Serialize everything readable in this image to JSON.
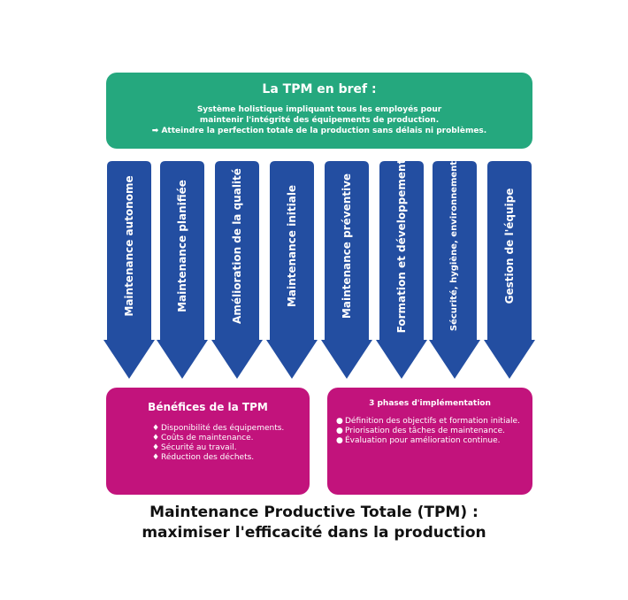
{
  "header": {
    "title": "La TPM en bref :",
    "line1": "Système holistique impliquant tous les employés pour",
    "line2": "maintenir l'intégrité des équipements de production.",
    "line3": "➡ Atteindre la perfection totale de la production sans délais ni problèmes."
  },
  "pillars": [
    "Maintenance autonome",
    "Maintenance planifiée",
    "Amélioration de la qualité",
    "Maintenance initiale",
    "Maintenance préventive",
    "Formation et développement",
    "Sécurité, hygiène, environnement",
    "Gestion de l'équipe"
  ],
  "benefits": {
    "title": "Bénéfices de la TPM",
    "items": [
      "Disponibilité des équipements.",
      "Coûts de maintenance.",
      "Sécurité au travail.",
      "Réduction des déchets."
    ]
  },
  "phases": {
    "title": "3 phases d'implémentation",
    "items": [
      "Définition des objectifs et formation initiale.",
      "Priorisation des tâches de maintenance.",
      "Évaluation pour amélioration continue."
    ]
  },
  "caption": {
    "line1": "Maintenance Productive Totale (TPM) :",
    "line2": "maximiser l'efficacité dans la production"
  },
  "colors": {
    "green": "#25a87e",
    "blue": "#234ea1",
    "magenta": "#c2137c"
  }
}
